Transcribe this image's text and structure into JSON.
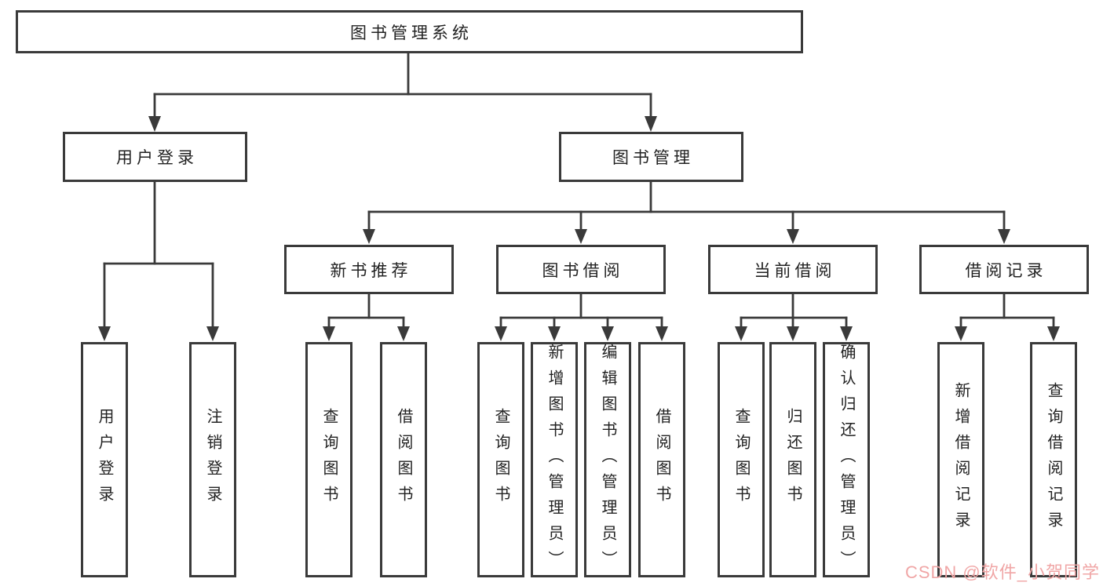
{
  "diagram": {
    "root": {
      "label": "图书管理系统"
    },
    "branches": [
      {
        "label": "用户登录",
        "children": [
          {
            "label": "用户登录"
          },
          {
            "label": "注销登录"
          }
        ]
      },
      {
        "label": "图书管理",
        "children": [
          {
            "label": "新书推荐",
            "children": [
              {
                "label": "查询图书"
              },
              {
                "label": "借阅图书"
              }
            ]
          },
          {
            "label": "图书借阅",
            "children": [
              {
                "label": "查询图书"
              },
              {
                "label": "新增图书（管理员）"
              },
              {
                "label": "编辑图书（管理员）"
              },
              {
                "label": "借阅图书"
              }
            ]
          },
          {
            "label": "当前借阅",
            "children": [
              {
                "label": "查询图书"
              },
              {
                "label": "归还图书"
              },
              {
                "label": "确认归还（管理员）"
              }
            ]
          },
          {
            "label": "借阅记录",
            "children": [
              {
                "label": "新增借阅记录"
              },
              {
                "label": "查询借阅记录"
              }
            ]
          }
        ]
      }
    ]
  },
  "watermark": {
    "text": "CSDN @软件_小贺同学",
    "color": "#f0a6a6"
  },
  "colors": {
    "line": "#3a3a3a",
    "box_border": "#3a3a3a",
    "text": "#222222",
    "background": "#ffffff"
  }
}
